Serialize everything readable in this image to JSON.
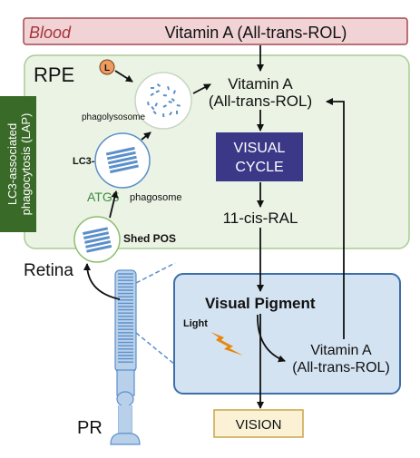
{
  "blood": {
    "label": "Blood",
    "vitamin": "Vitamin A (All-trans-ROL)"
  },
  "rpe": {
    "label": "RPE",
    "vitamin_line1": "Vitamin A",
    "vitamin_line2": "(All-trans-ROL)",
    "visual_cycle_line1": "VISUAL",
    "visual_cycle_line2": "CYCLE",
    "cis_ral": "11-cis-RAL",
    "l_badge": "L",
    "phagolysosome": "phagolysosome",
    "lc3": "LC3-",
    "atg5": "ATG5",
    "phagosome": "phagosome",
    "shed_pos": "Shed POS"
  },
  "lap": {
    "line1": "LC3-associated",
    "line2": "phagocytosis (LAP)"
  },
  "retina": {
    "label": "Retina"
  },
  "pr": {
    "label": "PR",
    "visual_pigment": "Visual Pigment",
    "light": "Light",
    "vitamin_line1": "Vitamin A",
    "vitamin_line2": "(All-trans-ROL)",
    "vision": "VISION"
  },
  "colors": {
    "blood_fill": "#f1d3d5",
    "blood_stroke": "#a24a50",
    "blood_text": "#a4343c",
    "rpe_fill": "#eaf3e4",
    "rpe_stroke": "#a9cc95",
    "visual_cycle_fill": "#3b3888",
    "lap_fill": "#3a6a28",
    "pr_fill": "#d4e3f2",
    "pr_stroke": "#3d6fa8",
    "vision_fill": "#fbf2d6",
    "vision_stroke": "#c9a44c",
    "atg5_text": "#3e8a3e",
    "cell_blue": "#5b8fc9",
    "lightning": "#e8860e",
    "l_badge_fill": "#ee9b61"
  }
}
